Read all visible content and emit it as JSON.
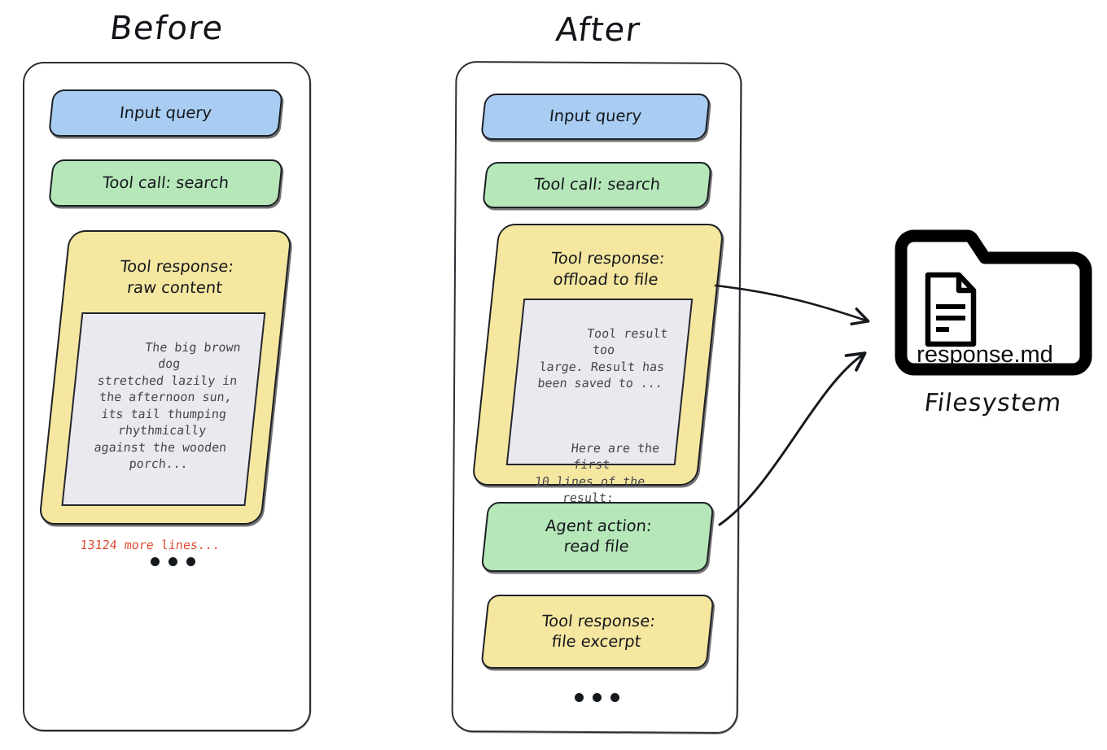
{
  "diagram": {
    "title_before": "Before",
    "title_after": "After"
  },
  "before": {
    "input_query": "Input query",
    "tool_call": "Tool call: search",
    "tool_response_header_line1": "Tool response:",
    "tool_response_header_line2": "raw content",
    "code_body": "The big brown dog\nstretched lazily in\nthe afternoon sun,\nits tail thumping\nrhythmically\nagainst the wooden\nporch...",
    "code_more_lines": "13124 more lines...",
    "continuation_ellipsis": "..."
  },
  "after": {
    "input_query": "Input query",
    "tool_call": "Tool call: search",
    "tool_response_header_line1": "Tool response:",
    "tool_response_header_line2": "offload to file",
    "code_body_part1": "Tool result too\nlarge. Result has\nbeen saved to ...",
    "code_body_part2": "Here are the first\n10 lines of the\nresult:",
    "code_body_part3": "...",
    "agent_action_line1": "Agent action:",
    "agent_action_line2": "read file",
    "tool_response2_line1": "Tool response:",
    "tool_response2_line2": "file excerpt",
    "continuation_ellipsis": "..."
  },
  "filesystem": {
    "file_name": "response.md",
    "label": "Filesystem",
    "folder_icon": "folder-icon",
    "document_icon": "document-icon"
  },
  "arrows": [
    {
      "name": "arrow-offload-to-filesystem",
      "from": "tool-response-offload-to-file",
      "to": "filesystem-folder"
    },
    {
      "name": "arrow-read-file-from-filesystem",
      "from": "agent-action-read-file",
      "to": "filesystem-folder"
    }
  ],
  "colors": {
    "blue": "#a9cdf2",
    "green": "#b6e7b9",
    "yellow": "#f6e7a0",
    "code_bg": "#e9e9ef",
    "code_text": "#44474d",
    "warning_red": "#df4b35",
    "stroke": "#1d2026",
    "background": "#ffffff"
  }
}
